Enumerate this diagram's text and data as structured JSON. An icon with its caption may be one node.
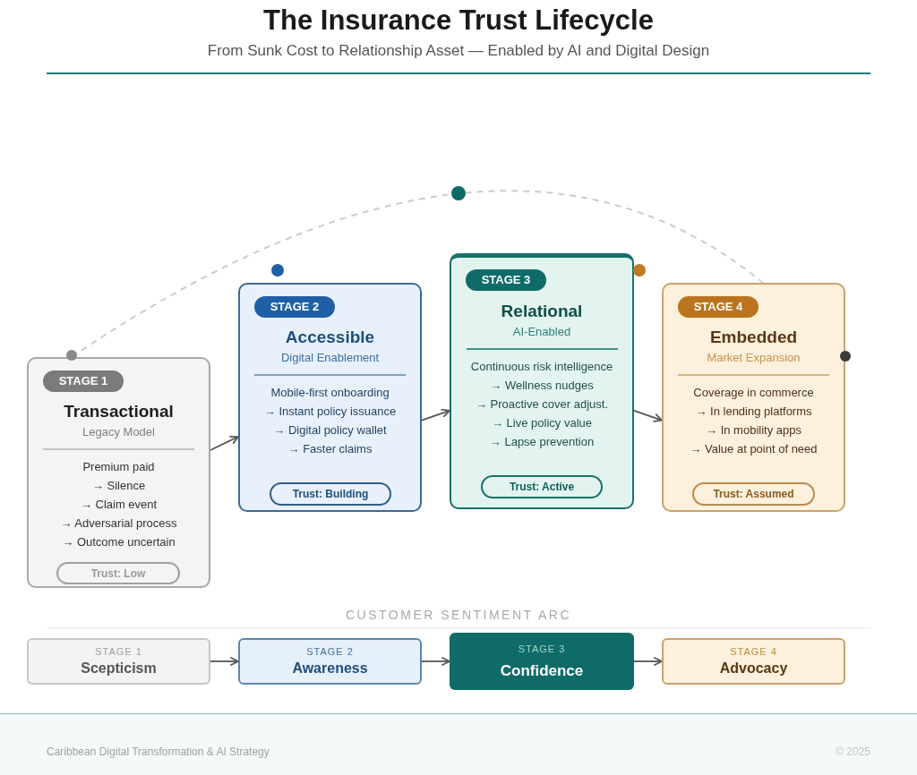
{
  "diagram": {
    "title": "The Insurance Trust Lifecycle",
    "nodes": [
      {
        "text": [
          "Transactional",
          "Legacy Model",
          "Premium paid",
          "→ Silence",
          "→ Claim event",
          "→ Adversarial process",
          "→ Outcome uncertain"
        ]
      },
      {
        "text": [
          "STAGE 1"
        ],
        "in": 0
      },
      {
        "text": [
          "Trust: Low"
        ],
        "in": 0
      },
      {
        "text": [
          "Accessible",
          "Digital Enablement",
          "Mobile-first onboarding",
          "→ Instant policy issuance",
          "→ Digital policy wallet",
          "→ Faster claims"
        ]
      },
      {
        "text": [
          "STAGE 2"
        ],
        "in": 3
      },
      {
        "text": [
          "Trust: Building"
        ],
        "in": 3
      },
      {
        "text": [
          "Relational",
          "AI-Enabled",
          "Continuous risk intelligence",
          "→ Wellness nudges",
          "→ Proactive cover adjust.",
          "→ Live policy value",
          "→ Lapse prevention"
        ]
      },
      {
        "text": [
          "STAGE 3"
        ],
        "in": 6
      },
      {
        "text": [
          "Trust: Active"
        ],
        "in": 6
      },
      {
        "text": [
          "Embedded",
          "Market Expansion",
          "Coverage in commerce",
          "→ In lending platforms",
          "→ In mobility apps",
          "→ Value at point of need"
        ]
      },
      {
        "text": [
          "STAGE 4"
        ],
        "in": 9
      },
      {
        "text": [
          "Trust: Assumed"
        ],
        "in": 9
      },
      {
        "text": [
          "STAGE 1",
          "Scepticism"
        ]
      },
      {
        "text": [
          "STAGE 2",
          "Awareness"
        ]
      },
      {
        "text": [
          "STAGE 3",
          "Confidence"
        ]
      },
      {
        "text": [
          "STAGE 4",
          "Advocacy"
        ]
      }
    ],
    "edges": [
      {
        "from": 0,
        "to": 3,
        "arrow": "to"
      },
      {
        "from": 3,
        "to": 6,
        "arrow": "to"
      },
      {
        "from": 6,
        "to": 9,
        "arrow": "to"
      },
      {
        "from": 12,
        "to": 13,
        "arrow": "to"
      },
      {
        "from": 13,
        "to": 14,
        "arrow": "to"
      },
      {
        "from": 14,
        "to": 15,
        "arrow": "to"
      },
      {
        "from": 0,
        "to": 9,
        "arrow": "none",
        "style": "dashed",
        "color": "#cccccc"
      }
    ],
    "labels": [
      "From Sunk Cost to Relationship Asset — Enabled by AI and Digital Design",
      "CUSTOMER SENTIMENT ARC",
      "Caribbean Digital Transformation & AI Strategy",
      "© 2025"
    ]
  }
}
